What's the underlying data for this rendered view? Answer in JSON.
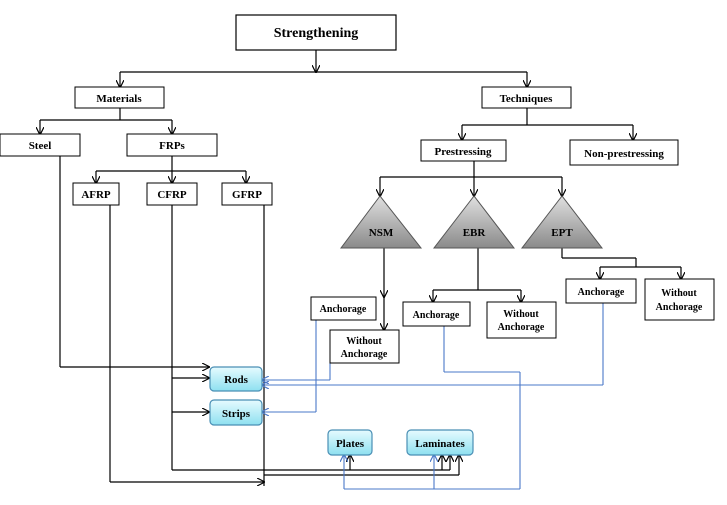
{
  "title": "Strengthening",
  "nodes": {
    "materials": "Materials",
    "techniques": "Techniques",
    "steel": "Steel",
    "frps": "FRPs",
    "afrp": "AFRP",
    "cfrp": "CFRP",
    "gfrp": "GFRP",
    "prestressing": "Prestressing",
    "non_prestressing": "Non-prestressing",
    "nsm": "NSM",
    "ebr": "EBR",
    "ept": "EPT",
    "nsm_anchorage": "Anchorage",
    "nsm_without_1": "Without",
    "nsm_without_2": "Anchorage",
    "ebr_anchorage": "Anchorage",
    "ebr_without_1": "Without",
    "ebr_without_2": "Anchorage",
    "ept_anchorage": "Anchorage",
    "ept_without_1": "Without",
    "ept_without_2": "Anchorage"
  },
  "products": {
    "rods": "Rods",
    "strips": "Strips",
    "plates": "Plates",
    "laminates": "Laminates"
  },
  "colors": {
    "connector": "#000000",
    "link": "#4a78c8",
    "product_fill_top": "#e6fbff",
    "product_fill_bottom": "#8ee0f0",
    "product_border": "#4a8fb5",
    "triangle_top": "#dcdcdc",
    "triangle_bottom": "#8c8c8c"
  }
}
